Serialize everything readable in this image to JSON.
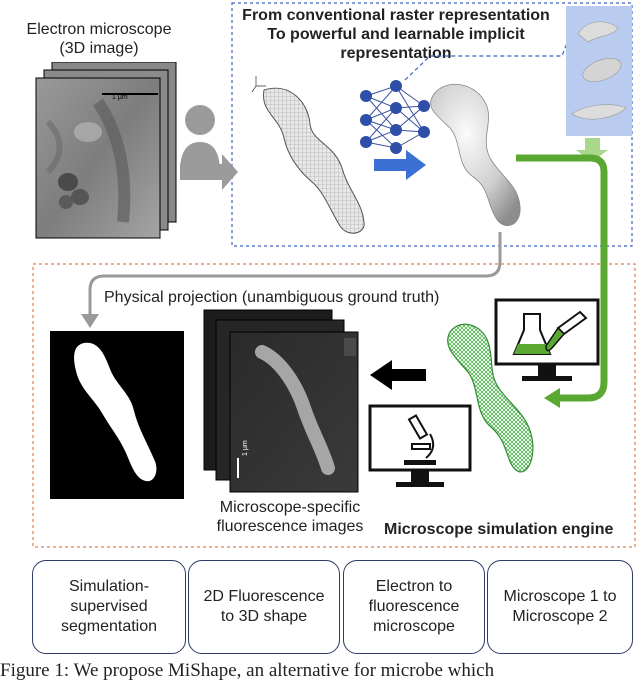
{
  "labels": {
    "em_title_line1": "Electron microscope",
    "em_title_line2": "(3D image)",
    "scale_bar_em": "1 μm",
    "raster_line1": "From conventional raster representation",
    "raster_line2": "To powerful and learnable implicit",
    "raster_line3": "representation",
    "projection": "Physical projection (unambiguous ground truth)",
    "fluor_line1": "Microscope-specific",
    "fluor_line2": "fluorescence images",
    "scale_bar_fluor": "1 μm",
    "engine": "Microscope simulation engine"
  },
  "applications": [
    {
      "label": "Simulation-supervised segmentation"
    },
    {
      "label": "2D Fluorescence to 3D shape"
    },
    {
      "label": "Electron to fluorescence microscope"
    },
    {
      "label": "Microscope 1 to Microscope 2"
    }
  ],
  "caption": "Figure 1: We propose MiShape, an alternative for microbe which",
  "colors": {
    "panel_border": "#3b62c9",
    "engine_border": "#e0804a",
    "arrow_blue": "#3b6fd4",
    "arrow_green": "#5aa832",
    "mesh_green": "#3aa83a",
    "box_border": "#2f3a66"
  }
}
